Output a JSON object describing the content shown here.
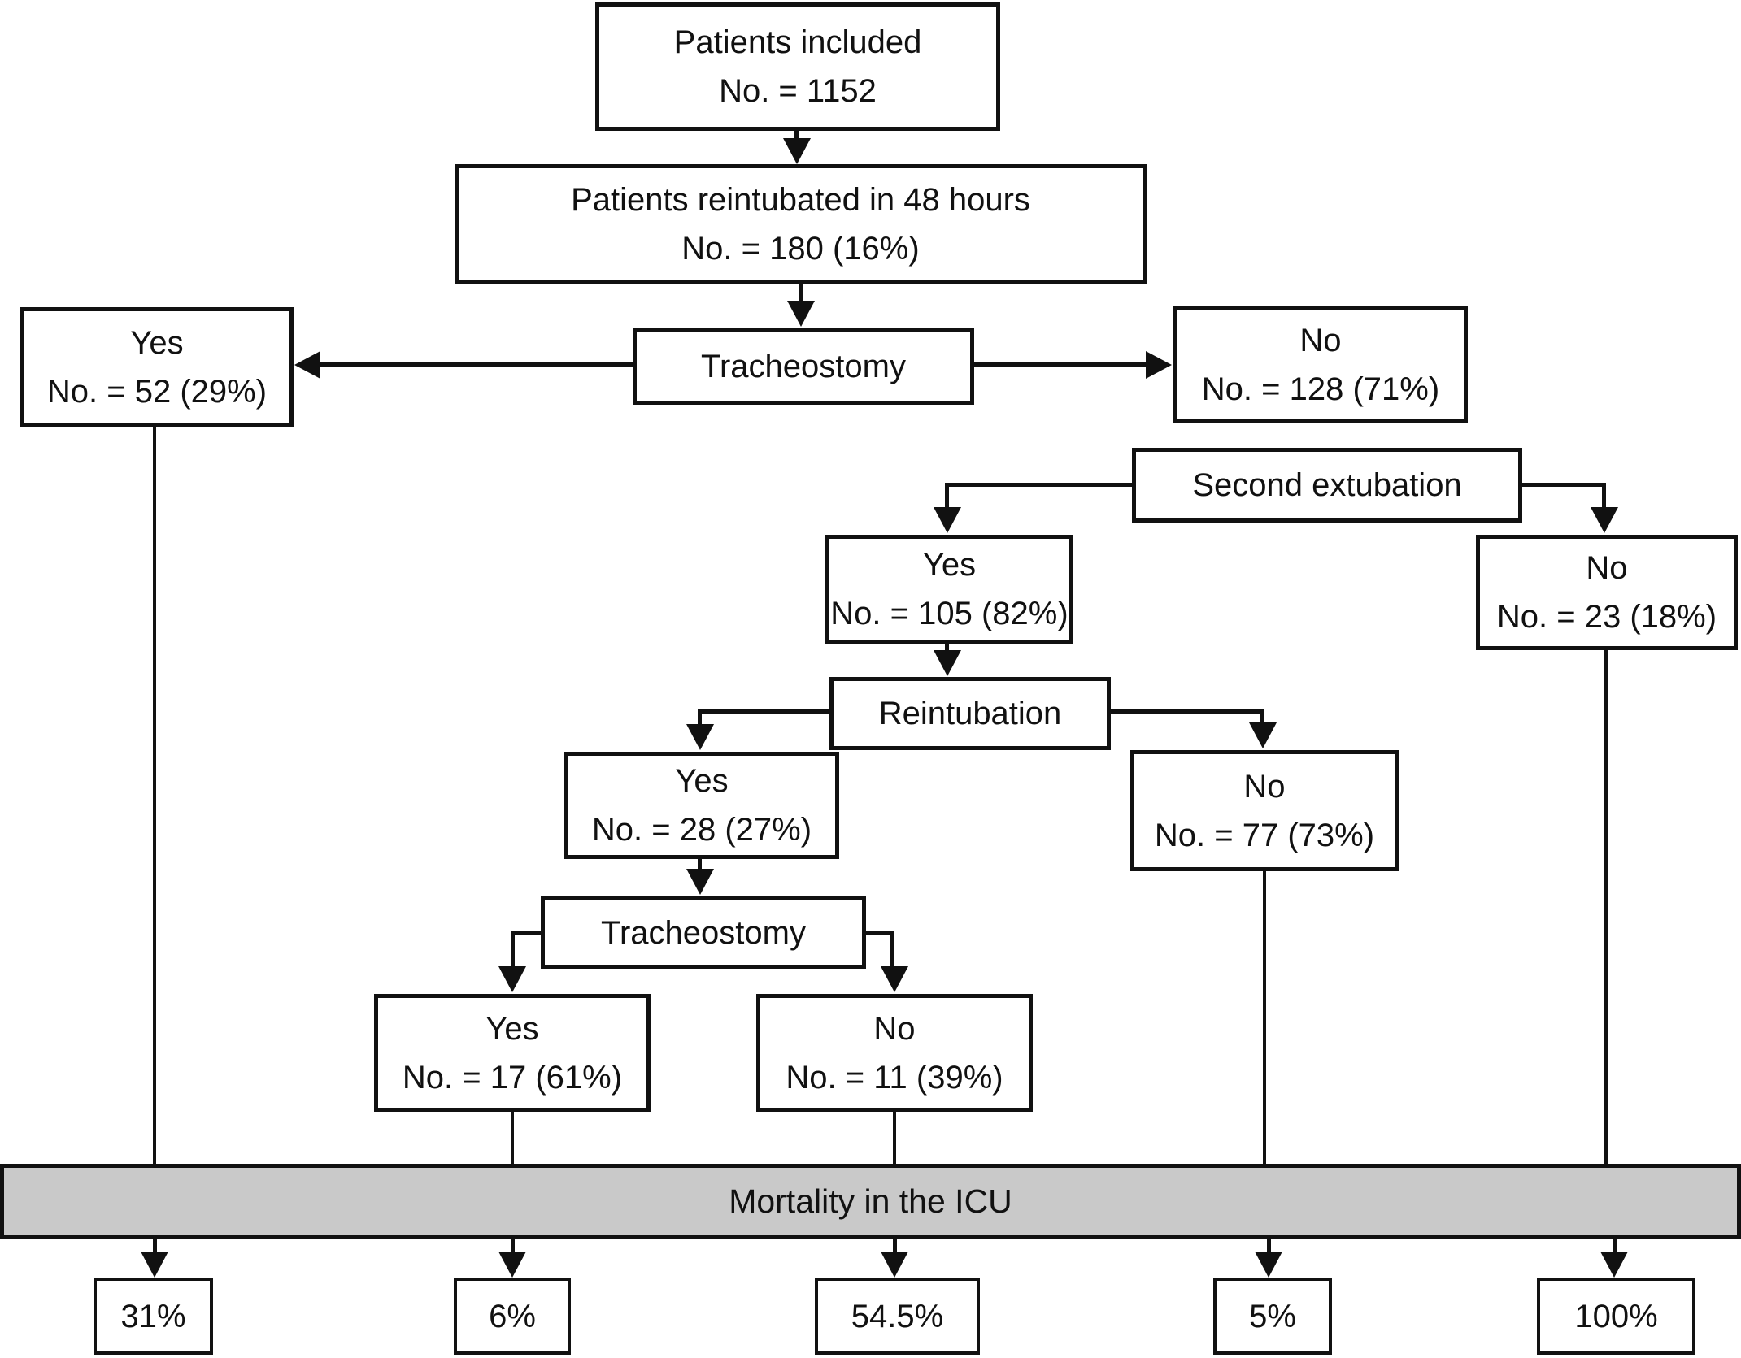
{
  "title": "Reintubation outcome flowchart",
  "colors": {
    "ink": "#111111",
    "bar_fill": "#c9c9c9",
    "background": "#ffffff"
  },
  "nodes": {
    "patients_included": {
      "line1": "Patients included",
      "line2": "No. = 1152"
    },
    "reintubated_48h": {
      "line1": "Patients reintubated in 48 hours",
      "line2": "No. = 180 (16%)"
    },
    "tracheostomy_1": {
      "label": "Tracheostomy"
    },
    "trach1_yes": {
      "line1": "Yes",
      "line2": "No. = 52 (29%)"
    },
    "trach1_no": {
      "line1": "No",
      "line2": "No. = 128 (71%)"
    },
    "second_extubation": {
      "label": "Second extubation"
    },
    "second_ext_yes": {
      "line1": "Yes",
      "line2": "No. = 105 (82%)"
    },
    "second_ext_no": {
      "line1": "No",
      "line2": "No. = 23 (18%)"
    },
    "reintubation": {
      "label": "Reintubation"
    },
    "reint_yes": {
      "line1": "Yes",
      "line2": "No. = 28 (27%)"
    },
    "reint_no": {
      "line1": "No",
      "line2": "No. = 77 (73%)"
    },
    "tracheostomy_2": {
      "label": "Tracheostomy"
    },
    "trach2_yes": {
      "line1": "Yes",
      "line2": "No. = 17 (61%)"
    },
    "trach2_no": {
      "line1": "No",
      "line2": "No. = 11 (39%)"
    },
    "mortality_bar": {
      "label": "Mortality in the ICU"
    },
    "mortality_trach1_yes": {
      "label": "31%"
    },
    "mortality_trach2_yes": {
      "label": "6%"
    },
    "mortality_trach2_no": {
      "label": "54.5%"
    },
    "mortality_reint_no": {
      "label": "5%"
    },
    "mortality_second_ext_no": {
      "label": "100%"
    }
  },
  "edges": [
    {
      "from": "patients_included",
      "to": "reintubated_48h"
    },
    {
      "from": "reintubated_48h",
      "to": "tracheostomy_1"
    },
    {
      "from": "tracheostomy_1",
      "to": "trach1_yes"
    },
    {
      "from": "tracheostomy_1",
      "to": "trach1_no"
    },
    {
      "from": "second_extubation",
      "to": "second_ext_yes"
    },
    {
      "from": "second_extubation",
      "to": "second_ext_no"
    },
    {
      "from": "second_ext_yes",
      "to": "reintubation"
    },
    {
      "from": "reintubation",
      "to": "reint_yes"
    },
    {
      "from": "reintubation",
      "to": "reint_no"
    },
    {
      "from": "reint_yes",
      "to": "tracheostomy_2"
    },
    {
      "from": "tracheostomy_2",
      "to": "trach2_yes"
    },
    {
      "from": "tracheostomy_2",
      "to": "trach2_no"
    },
    {
      "from": "trach1_yes",
      "to": "mortality_trach1_yes"
    },
    {
      "from": "trach2_yes",
      "to": "mortality_trach2_yes"
    },
    {
      "from": "trach2_no",
      "to": "mortality_trach2_no"
    },
    {
      "from": "reint_no",
      "to": "mortality_reint_no"
    },
    {
      "from": "second_ext_no",
      "to": "mortality_second_ext_no"
    }
  ]
}
